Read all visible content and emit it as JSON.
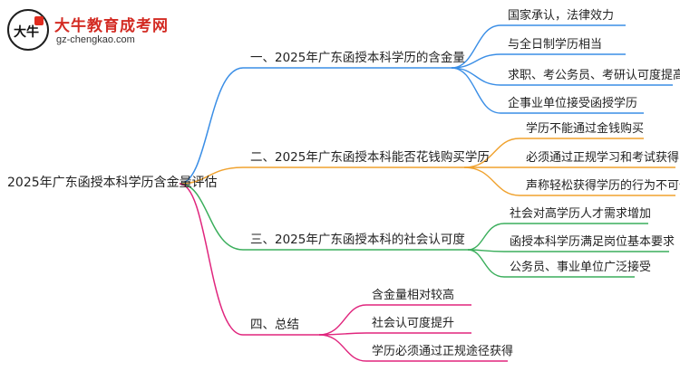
{
  "logo": {
    "title": "大牛教育成考网",
    "url": "gz-chengkao.com",
    "mark_glyph": "大牛"
  },
  "mindmap": {
    "root": "2025年广东函授本科学历含金量评估",
    "branches": [
      {
        "label": "一、2025年广东函授本科学历的含金量",
        "color": "#3a8ee6",
        "leaves": [
          "国家承认，法律效力",
          "与全日制学历相当",
          "求职、考公务员、考研认可度提高",
          "企事业单位接受函授学历"
        ]
      },
      {
        "label": "二、2025年广东函授本科能否花钱购买学历",
        "color": "#f0a22e",
        "leaves": [
          "学历不能通过金钱购买",
          "必须通过正规学习和考试获得",
          "声称轻松获得学历的行为不可信"
        ]
      },
      {
        "label": "三、2025年广东函授本科的社会认可度",
        "color": "#3aae5b",
        "leaves": [
          "社会对高学历人才需求增加",
          "函授本科学历满足岗位基本要求",
          "公务员、事业单位广泛接受"
        ]
      },
      {
        "label": "四、总结",
        "color": "#e0257d",
        "leaves": [
          "含金量相对较高",
          "社会认可度提升",
          "学历必须通过正规途径获得"
        ]
      }
    ]
  }
}
